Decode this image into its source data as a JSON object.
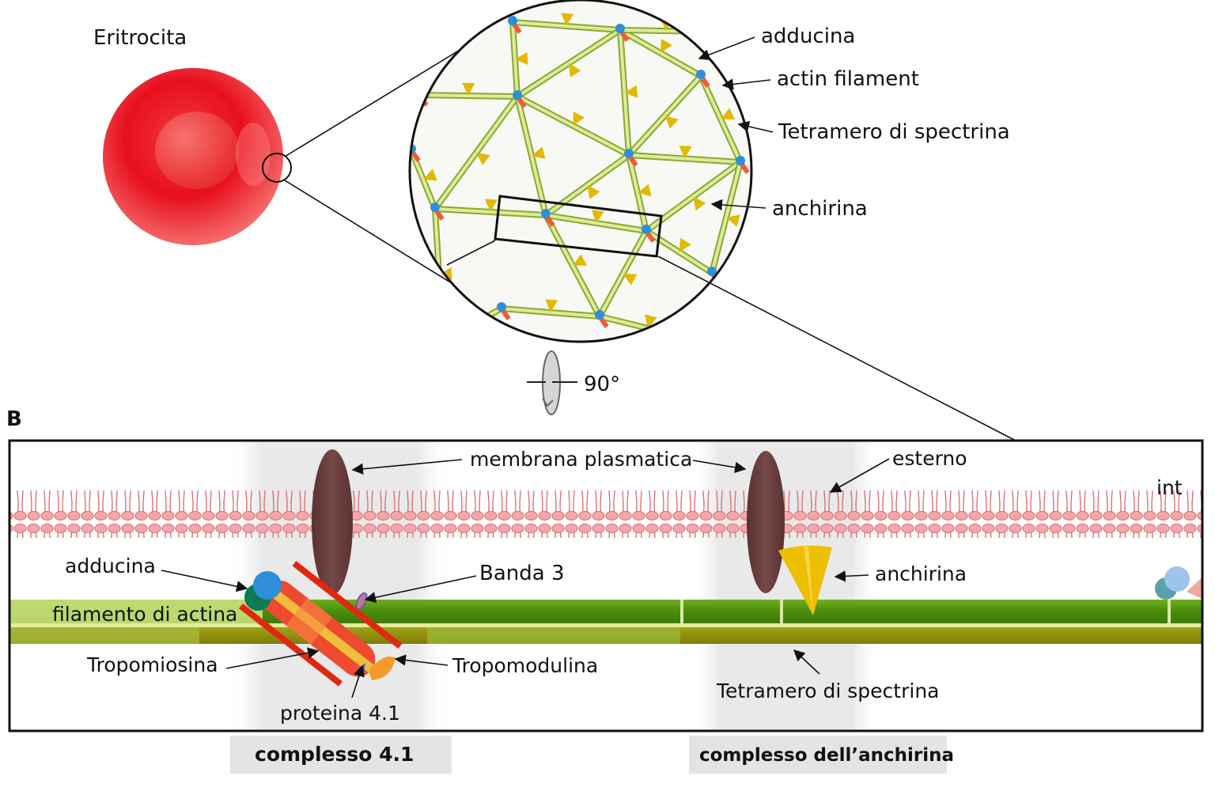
{
  "panel_a": {
    "cell_label": "Eritrocita",
    "callouts": {
      "adducina": "adducina",
      "actin_filament": "actin filament",
      "spectrin_tetramer": "Tetramero di spectrina",
      "ankyrin": "anchirina"
    },
    "rotation_label": "90°"
  },
  "panel_b": {
    "letter": "B",
    "labels": {
      "plasma_membrane": "membrana plasmatica",
      "outside": "esterno",
      "inside": "int",
      "adducin": "adducina",
      "band3": "Banda 3",
      "ankyrin": "anchirina",
      "actin_filament": "filamento di actina",
      "tropomyosin": "Tropomiosina",
      "tropomodulin": "Tropomodulina",
      "protein41": "proteina 4.1",
      "spectrin_tetramer": "Tetramero di spectrina"
    },
    "complexes": {
      "complex41": "complesso 4.1",
      "ankyrin_complex": "complesso dell’anchirina"
    }
  },
  "colors": {
    "cell_red": "#e8202a",
    "spectrin_green": "#b8d46a",
    "actin_red": "#f05a3c",
    "adducin_blue": "#2e8fd8",
    "ankyrin_yellow": "#e8c000",
    "membrane_pink": "#e58a8e",
    "band3_brown": "#6a3e3e",
    "actin_dark_green": "#4f8f10",
    "spectrin_olive": "#8f8f10"
  }
}
